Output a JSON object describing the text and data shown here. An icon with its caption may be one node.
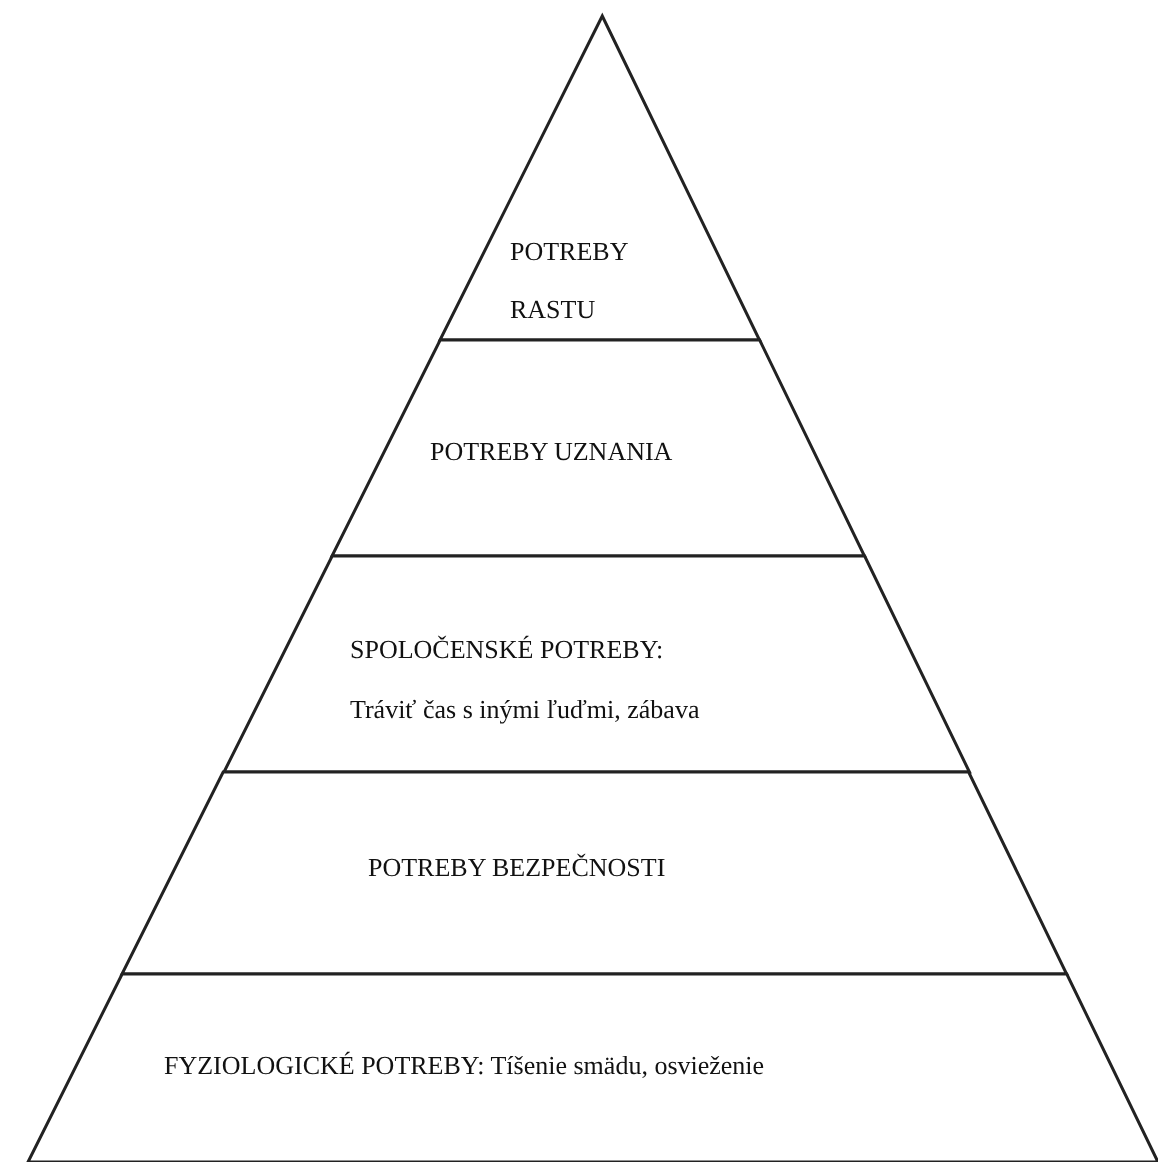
{
  "diagram": {
    "nodes": [
      {
        "text": [
          "POTREBY RASTU"
        ]
      },
      {
        "text": [
          "POTREBY UZNANIA"
        ]
      },
      {
        "text": [
          "SPOLOČENSKÉ POTREBY:",
          "Tráviť čas s inými ľuďmi, zábava"
        ]
      },
      {
        "text": [
          "POTREBY BEZPEČNOSTI"
        ]
      },
      {
        "text": [
          "FYZIOLOGICKÉ POTREBY: Tíšenie smädu, osvieženie"
        ]
      }
    ]
  }
}
